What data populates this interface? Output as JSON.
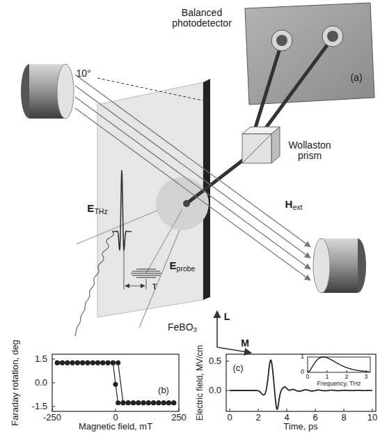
{
  "diagram": {
    "labels": [
      "Balanced photodetector",
      "(a)",
      "10°",
      "Wollaston prism",
      "ETHz",
      "Hext",
      "Eprobe",
      "τ",
      "FeBO3",
      "L",
      "M",
      "Faraday rotation, deg",
      "1.5",
      "0.0",
      "-1.5",
      "-250",
      "0",
      "250",
      "Magnetic field, mT",
      "(b)",
      "Electric field, MV/cm",
      "0.5",
      "0.0",
      "0",
      "2",
      "4",
      "6",
      "8",
      "10",
      "Time, ps",
      "(c)",
      "1",
      "0",
      "0",
      "1",
      "2",
      "3",
      "Frequency, THz"
    ]
  }
}
